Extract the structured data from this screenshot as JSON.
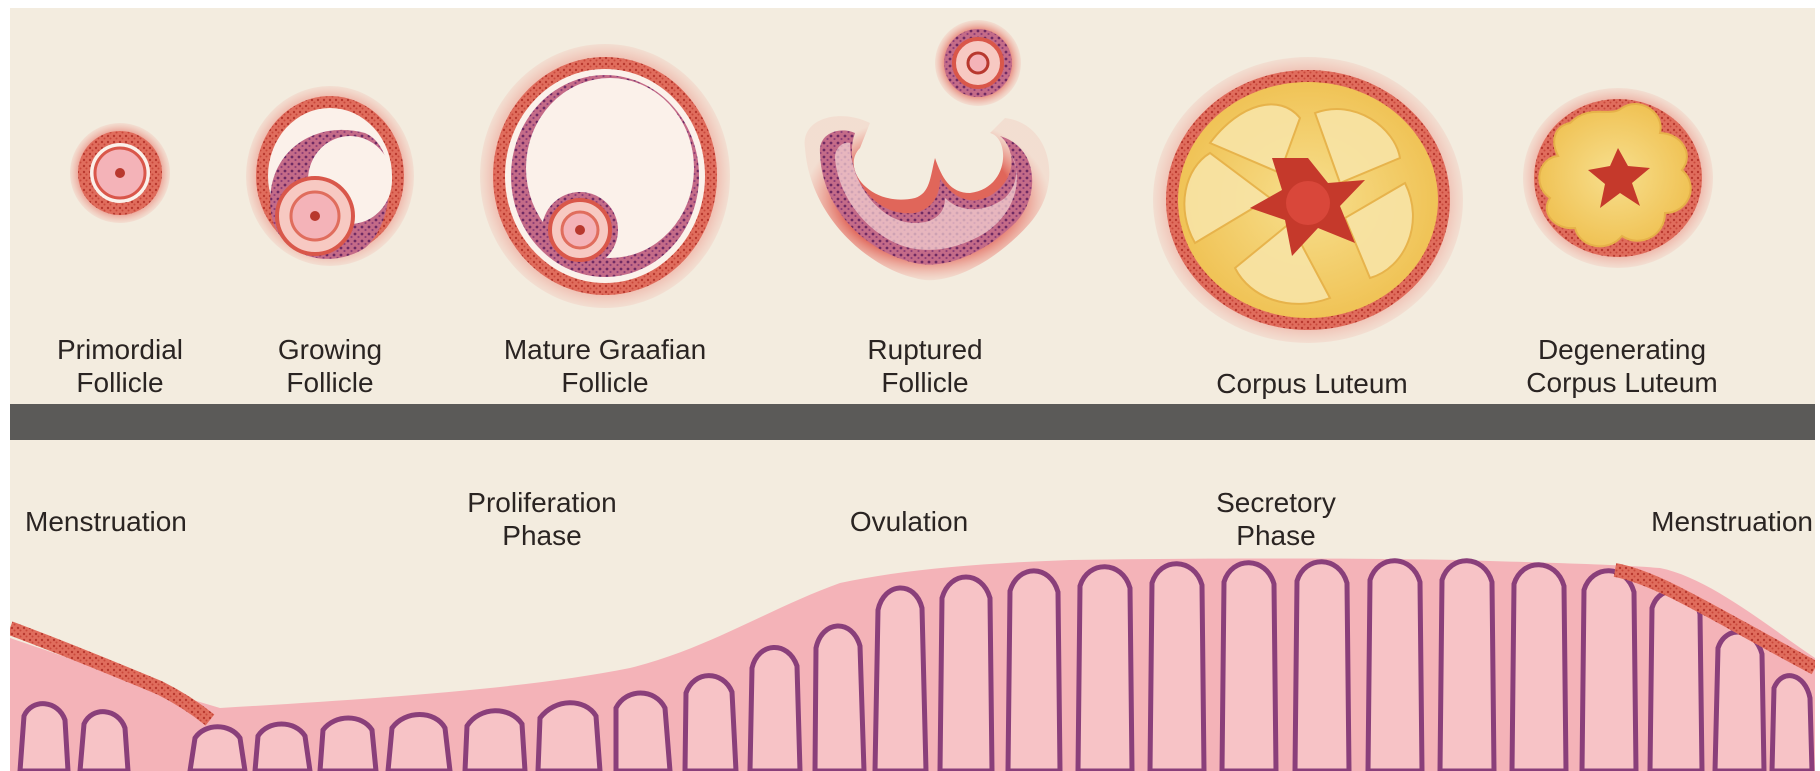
{
  "ovary_stages": [
    {
      "id": "primordial",
      "lines": [
        "Primordial",
        "Follicle"
      ]
    },
    {
      "id": "growing",
      "lines": [
        "Growing",
        "Follicle"
      ]
    },
    {
      "id": "mature-graafian",
      "lines": [
        "Mature Graafian",
        "Follicle"
      ]
    },
    {
      "id": "ruptured",
      "lines": [
        "Ruptured",
        "Follicle"
      ]
    },
    {
      "id": "corpus-luteum",
      "lines": [
        "Corpus Luteum"
      ]
    },
    {
      "id": "degenerating-corpus-luteum",
      "lines": [
        "Degenerating",
        "Corpus Luteum"
      ]
    }
  ],
  "uterine_phases": [
    {
      "id": "menstruation-start",
      "lines": [
        "Menstruation"
      ]
    },
    {
      "id": "proliferation",
      "lines": [
        "Proliferation",
        "Phase"
      ]
    },
    {
      "id": "ovulation",
      "lines": [
        "Ovulation"
      ]
    },
    {
      "id": "secretory",
      "lines": [
        "Secretory",
        "Phase"
      ]
    },
    {
      "id": "menstruation-end",
      "lines": [
        "Menstruation"
      ]
    }
  ],
  "colors": {
    "background": "#f3ecdf",
    "divider_band": "#5b5a58",
    "tissue_red": "#d9574a",
    "tissue_pink": "#f4b3b8",
    "cell_purple": "#8a3f7a",
    "luteum_yellow": "#f2cf6b",
    "text": "#2a2422"
  }
}
